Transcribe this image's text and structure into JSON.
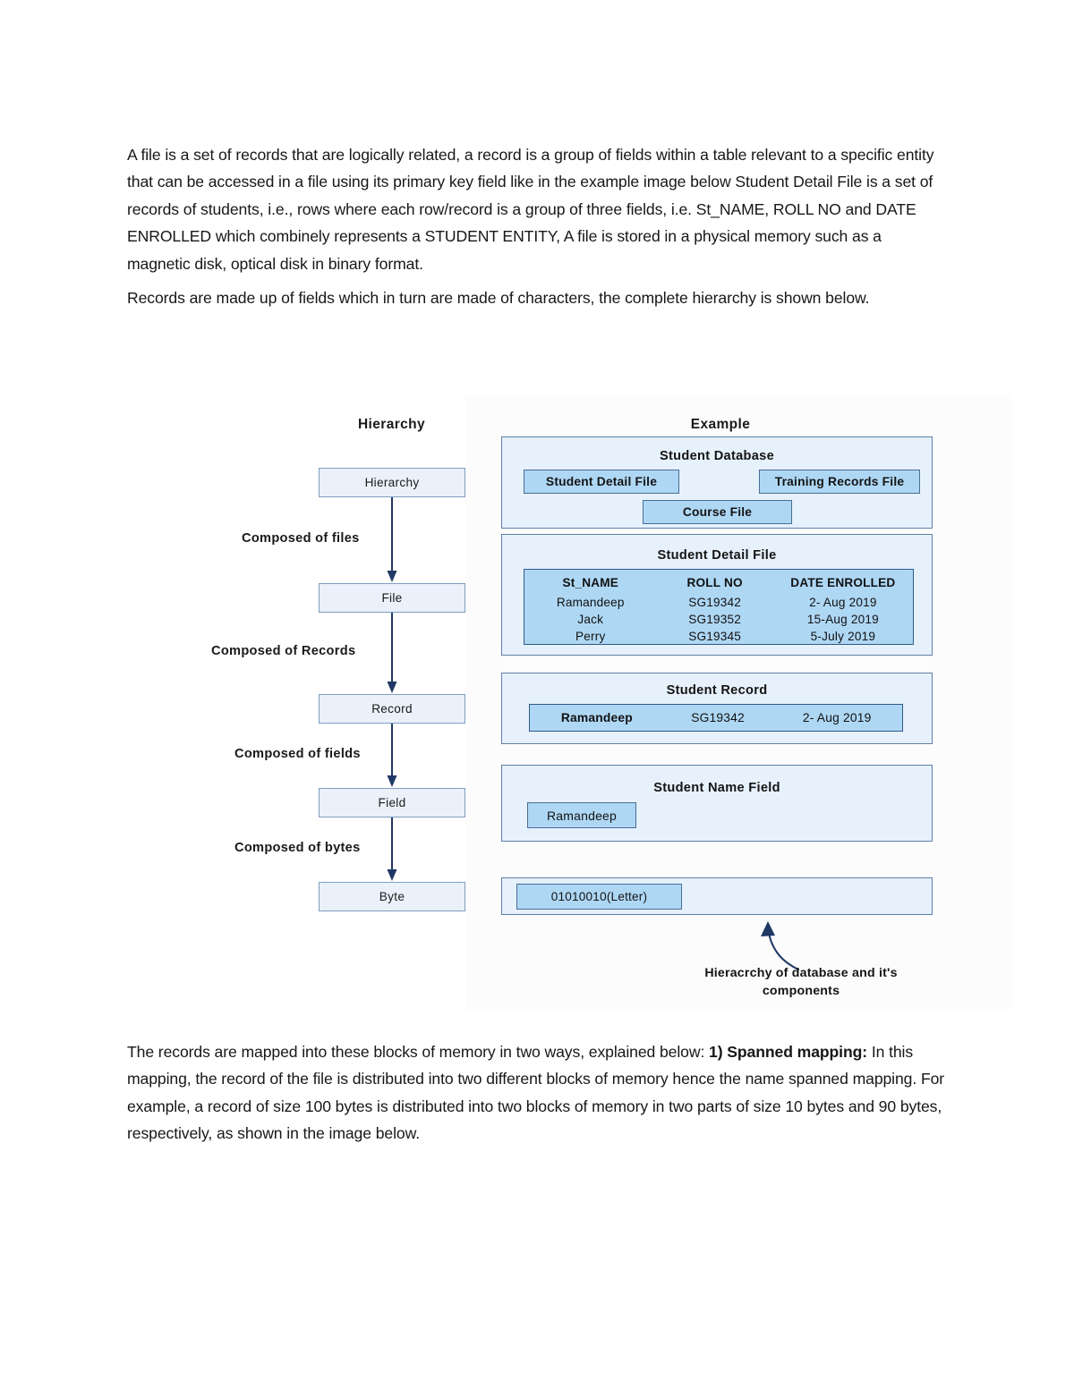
{
  "document": {
    "paragraphs": {
      "p1": "A file is a set of records that are logically related, a record is a group of fields within a table relevant to a specific entity that can be accessed in a file using its primary key field like in the example image below Student Detail File is a set of records of students, i.e., rows where each row/record is a group of three fields, i.e. St_NAME, ROLL NO and DATE ENROLLED which combinely represents a STUDENT ENTITY, A file is stored in a physical memory such as a magnetic disk, optical disk in binary format.",
      "p2": "Records are made up of fields which in turn are made of characters, the complete hierarchy is shown below.",
      "p3_lead": "The records are mapped into these blocks of memory in two ways, explained below: ",
      "p3_bold": "1) Spanned mapping:",
      "p3_rest": " In this mapping, the record of the file is distributed into two different blocks of memory hence the name spanned mapping. For example, a record of size 100 bytes is distributed into two blocks of memory in two parts of size 10 bytes and 90 bytes, respectively, as shown in the image below."
    }
  },
  "diagram": {
    "caption": "Hieracrchy of database and it's components",
    "columns": {
      "left_heading": "Hierarchy",
      "right_heading": "Example"
    },
    "hierarchy": {
      "boxes": [
        {
          "label": "Hierarchy"
        },
        {
          "label": "File"
        },
        {
          "label": "Record"
        },
        {
          "label": "Field"
        },
        {
          "label": "Byte"
        }
      ],
      "arrow_labels": [
        "Composed of files",
        "Composed of Records",
        "Composed of fields",
        "Composed of bytes"
      ]
    },
    "example": {
      "database_panel": {
        "title": "Student Database",
        "files": [
          "Student Detail File",
          "Training Records File",
          "Course File"
        ]
      },
      "detail_panel": {
        "title": "Student Detail File",
        "columns": [
          "St_NAME",
          "ROLL NO",
          "DATE ENROLLED"
        ],
        "rows": [
          [
            "Ramandeep",
            "SG19342",
            "2- Aug 2019"
          ],
          [
            "Jack",
            "SG19352",
            "15-Aug 2019"
          ],
          [
            "Perry",
            "SG19345",
            "5-July 2019"
          ]
        ]
      },
      "record_panel": {
        "title": "Student Record",
        "row": [
          "Ramandeep",
          "SG19342",
          "2- Aug 2019"
        ]
      },
      "name_field_panel": {
        "title": "Student Name Field",
        "value": "Ramandeep"
      },
      "byte_panel": {
        "value": "01010010(Letter)"
      }
    }
  },
  "colors": {
    "panel_fill": "#e6f1fc",
    "panel_border": "#5f7fa6",
    "chip_fill": "#aed7f4",
    "chip_border": "#4a6d93",
    "hierarchy_box_fill": "#eaf1fa",
    "hierarchy_box_border": "#7f9dc0",
    "arrow": "#1f3864",
    "text": "#171717"
  }
}
